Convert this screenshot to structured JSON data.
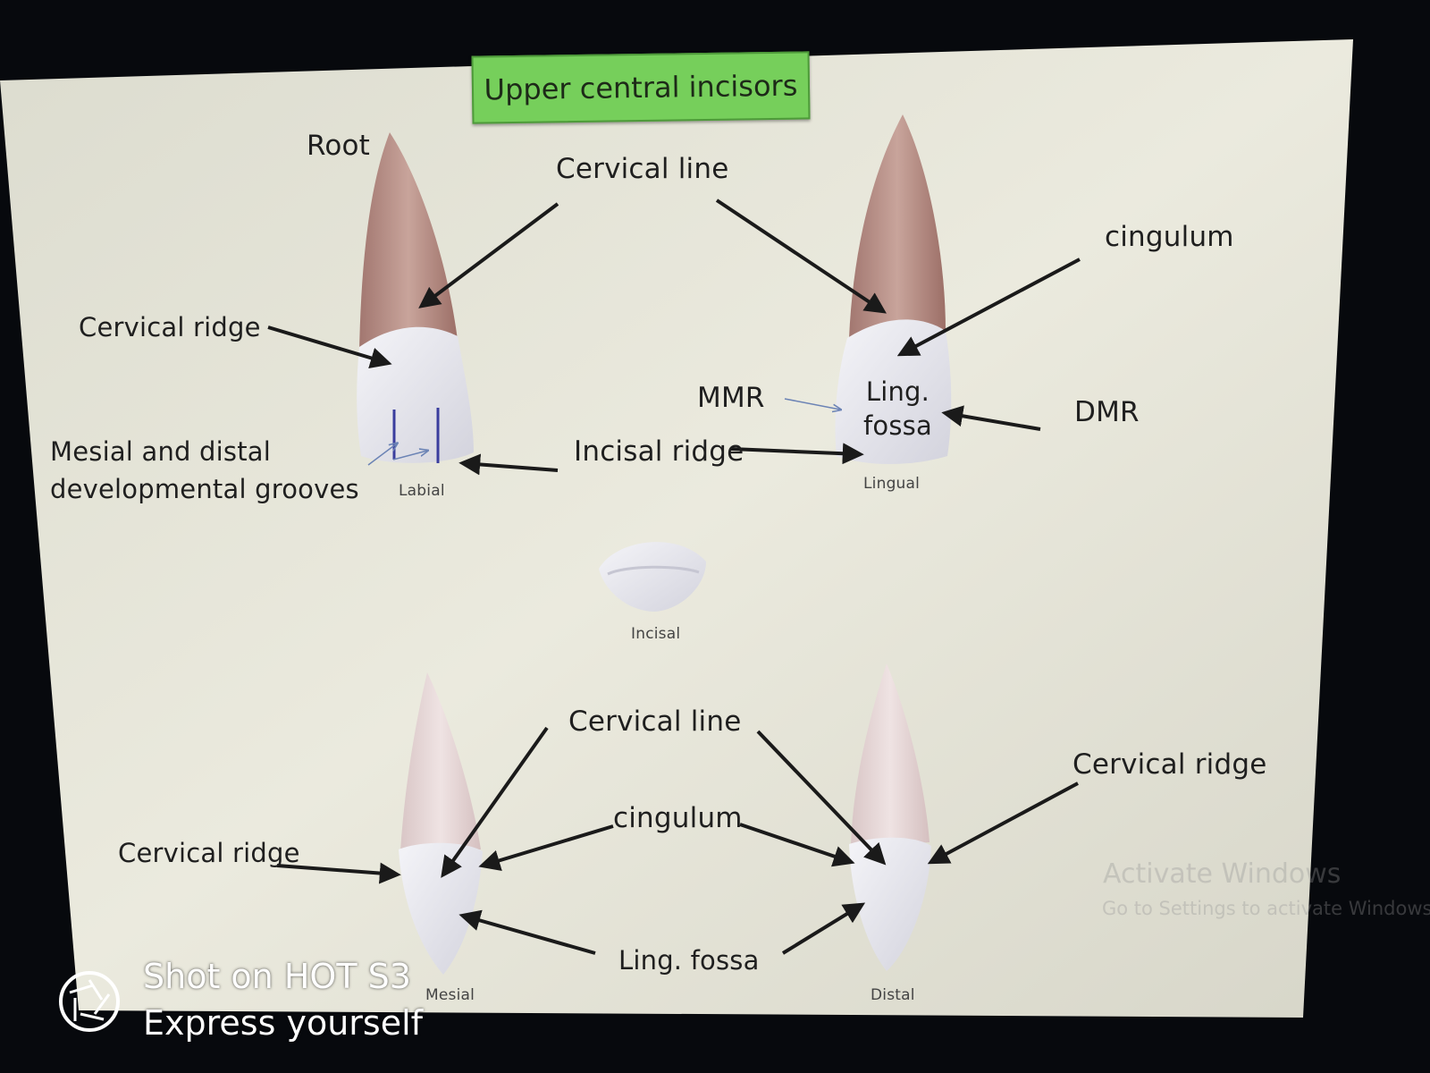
{
  "slide": {
    "title": "Upper central incisors",
    "colors": {
      "slide_bg": "#e8e7d9",
      "title_box": "#76cf5b",
      "root": "#b58a83",
      "crown": "#e6e6ee",
      "arrow": "#1a1a1a",
      "groove_line": "#3a3d9e"
    }
  },
  "labels": {
    "root": "Root",
    "cervical_line_top": "Cervical line",
    "cingulum_top": "cingulum",
    "cervical_ridge_left": "Cervical ridge",
    "mmr": "MMR",
    "ling_fossa_top": "Ling.\nfossa",
    "dmr": "DMR",
    "mesial_distal_grooves": "Mesial and distal\ndevelopmental grooves",
    "incisal_ridge": "Incisal ridge",
    "cervical_line_bottom": "Cervical line",
    "cervical_ridge_right": "Cervical ridge",
    "cingulum_bottom": "cingulum",
    "cervical_ridge_bottom_left": "Cervical ridge",
    "ling_fossa_bottom": "Ling. fossa"
  },
  "view_captions": {
    "labial": "Labial",
    "lingual": "Lingual",
    "incisal": "Incisal",
    "mesial": "Mesial",
    "distal": "Distal"
  },
  "overlay": {
    "watermark_line1": "Activate Windows",
    "watermark_line2": "Go to Settings to activate Windows",
    "shot_line1": "Shot on HOT S3",
    "shot_line2": "Express yourself",
    "camera_icon": "aperture-icon"
  }
}
